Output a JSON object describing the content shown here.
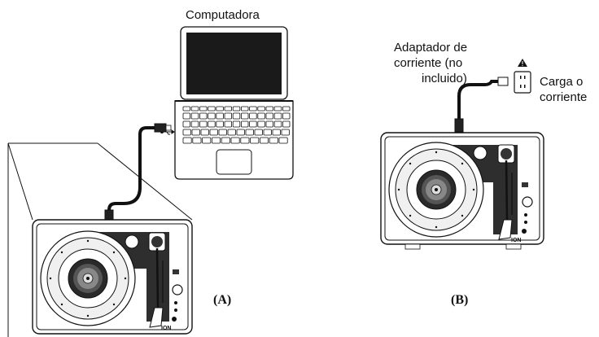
{
  "labels": {
    "computer": "Computadora",
    "adapter_line1": "Adaptador de",
    "adapter_line2": "corriente (no",
    "adapter_line3": "incluido)",
    "outlet_line1": "Carga o",
    "outlet_line2": "corriente",
    "caption_a": "(A)",
    "caption_b": "(B)",
    "brand_a": "ION",
    "brand_b": "ION"
  },
  "icons": {
    "usb": "usb-symbol-icon",
    "warning": "warning-triangle-icon",
    "outlet": "wall-outlet-icon"
  },
  "colors": {
    "line": "#111111",
    "screen": "#1a1a1a",
    "light_fill": "#f2f2f2",
    "dark_fill": "#3a3a3a"
  }
}
